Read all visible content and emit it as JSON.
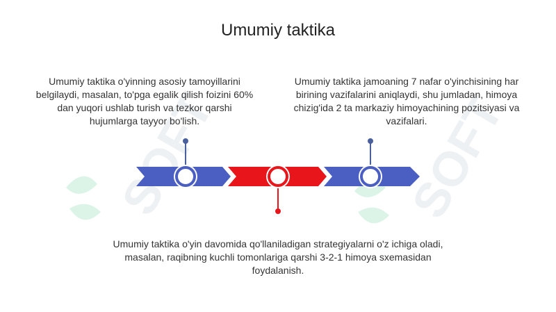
{
  "title": "Umumiy taktika",
  "notes": {
    "left": "Umumiy taktika o'yinning asosiy tamoyillarini belgilaydi, masalan, to'pga egalik qilish foizini 60% dan yuqori ushlab turish va tezkor qarshi hujumlarga tayyor bo'lish.",
    "right": "Umumiy taktika jamoaning 7 nafar o'yinchisining har birining vazifalarini aniqlaydi, shu jumladan, himoya chizig'ida 2 ta markaziy himoyachining pozitsiyasi va vazifalari.",
    "bottom": "Umumiy taktika o'yin davomida qo'llaniladigan strategiyalarni o'z ichiga oladi, masalan, raqibning kuchli tomonlariga qarshi 3-2-1 himoya sxemasidan foydalanish."
  },
  "colors": {
    "blue": "#4a5fc1",
    "red": "#e8151b",
    "pin_blue": "#4a5f9e",
    "pin_red": "#e8151b",
    "watermark": "#d9f2e6"
  },
  "watermark_text": "SOFT"
}
